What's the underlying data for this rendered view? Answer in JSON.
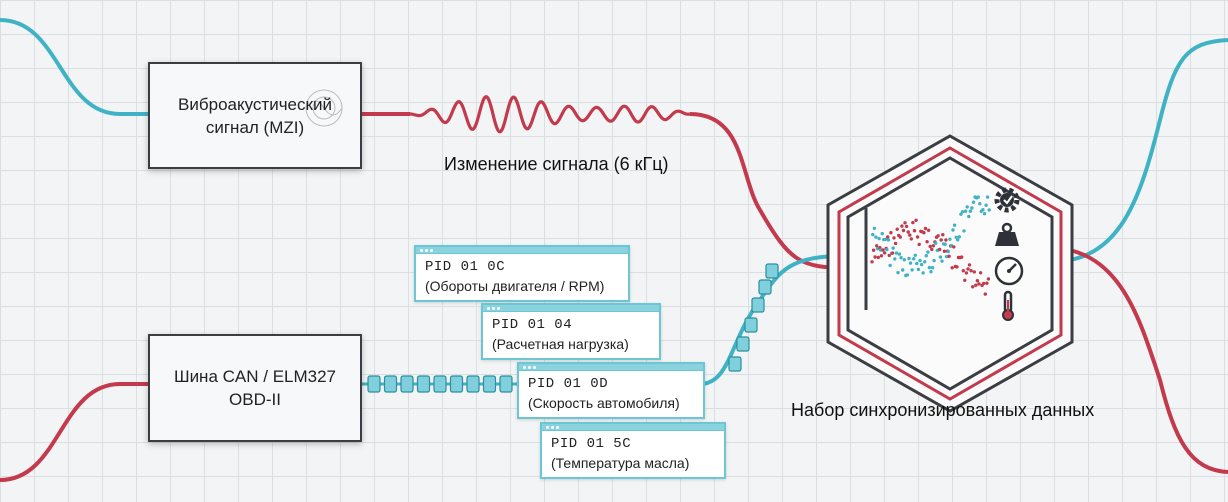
{
  "sources": {
    "vibro": {
      "line1": "Виброакустический",
      "line2": "сигнал (MZI)"
    },
    "can": {
      "line1": "Шина CAN / ELM327",
      "line2": "OBD-II"
    }
  },
  "signal_caption": "Изменение сигнала (6 кГц)",
  "dataset_caption": "Набор синхронизированных данных",
  "pids": [
    {
      "code": "PID 01 0C",
      "desc": "(Обороты двигателя / RPM)"
    },
    {
      "code": "PID 01 04",
      "desc": "(Расчетная нагрузка)"
    },
    {
      "code": "PID 01 0D",
      "desc": "(Скорость автомобиля)"
    },
    {
      "code": "PID 01 5C",
      "desc": "(Температура масла)"
    }
  ],
  "hub_icons": [
    "gear-check-icon",
    "weight-icon",
    "gauge-icon",
    "thermometer-icon"
  ],
  "colors": {
    "red": "#c23a4c",
    "teal": "#3fb3c5",
    "box_border": "#3a3d42",
    "card_border": "#6cc7d4"
  }
}
